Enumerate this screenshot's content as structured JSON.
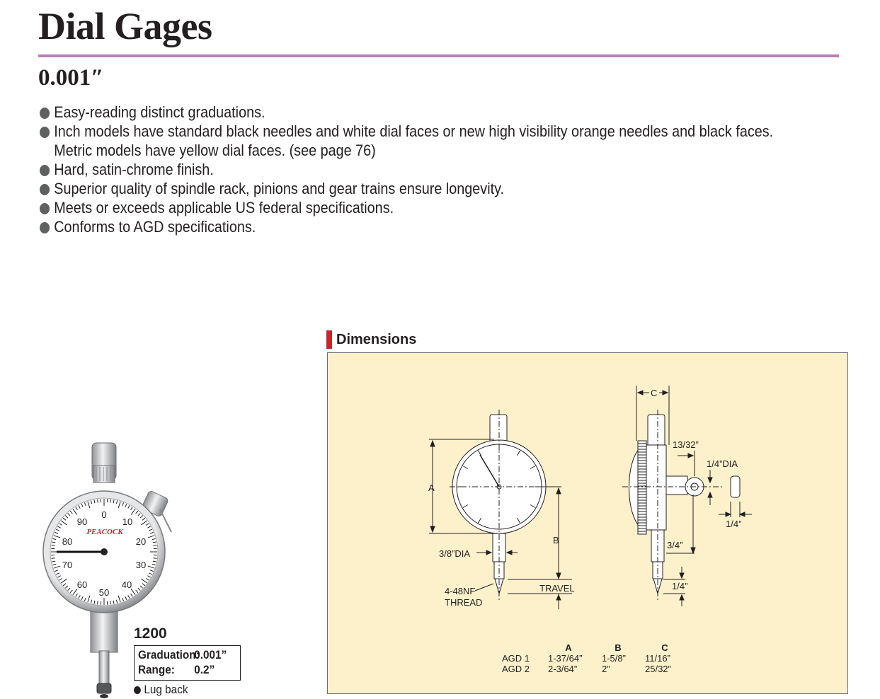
{
  "header": {
    "title": "Dial Gages",
    "subtitle": "0.001″"
  },
  "features": [
    [
      "Easy-reading distinct graduations."
    ],
    [
      "Inch models have standard black needles and white dial faces or new high visibility orange needles and black faces.",
      "Metric models have yellow dial faces. (see page 76)"
    ],
    [
      "Hard, satin-chrome finish."
    ],
    [
      "Superior quality of spindle rack, pinions and gear trains ensure longevity."
    ],
    [
      "Meets or exceeds applicable US federal specifications."
    ],
    [
      "Conforms to AGD specifications."
    ]
  ],
  "product": {
    "model": "1200",
    "brand": "PEACOCK",
    "dial_numbers": [
      "0",
      "10",
      "20",
      "30",
      "40",
      "50",
      "60",
      "70",
      "80",
      "90"
    ],
    "graduation_label": "Graduation:",
    "graduation_value": "0.001”",
    "range_label": "Range:",
    "range_value": "0.2”",
    "note": "Lug back"
  },
  "dimensions": {
    "heading": "Dimensions",
    "labels": {
      "a": "A",
      "b": "B",
      "c": "C",
      "stem_dia": "3/8”DIA",
      "thread_1": "4-48NF",
      "thread_2": "THREAD",
      "travel": "TRAVEL",
      "lug_offset": "13/32”",
      "lug_hole": "1/4”DIA",
      "lug_thickness": "1/4”",
      "back_depth": "3/4”",
      "point": "1/4”"
    },
    "table": {
      "columns": [
        "A",
        "B",
        "C"
      ],
      "rows": [
        {
          "name": "AGD 1",
          "a": "1-37/64”",
          "b": "1-5/8”",
          "c": "11/16”"
        },
        {
          "name": "AGD 2",
          "a": "2-3/64”",
          "b": "2”",
          "c": "25/32”"
        }
      ]
    }
  },
  "colors": {
    "accent_rule": "#b77eb4",
    "heading_marker": "#c4262e",
    "panel_bg": "#fdf1cc"
  }
}
